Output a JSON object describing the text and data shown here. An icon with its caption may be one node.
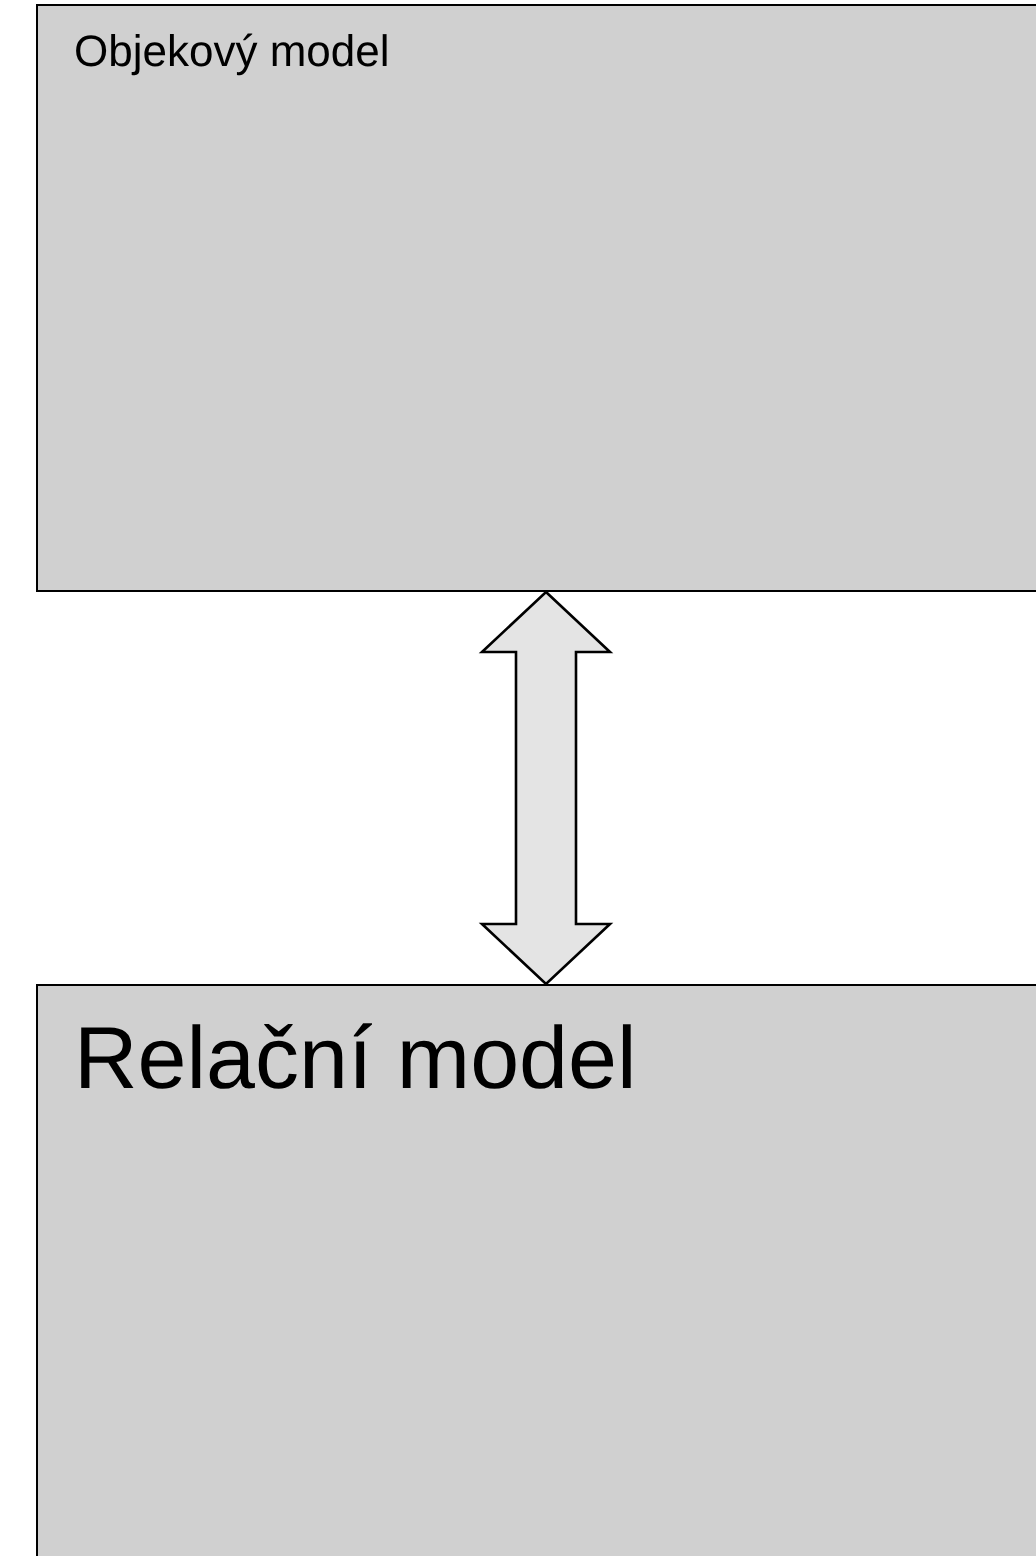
{
  "diagram": {
    "nodes": [
      {
        "text": [
          "Objekový model"
        ]
      },
      {
        "text": [
          "Relační model"
        ]
      }
    ],
    "edges": [
      {
        "from": 0,
        "to": 1,
        "arrow": "both"
      }
    ]
  }
}
